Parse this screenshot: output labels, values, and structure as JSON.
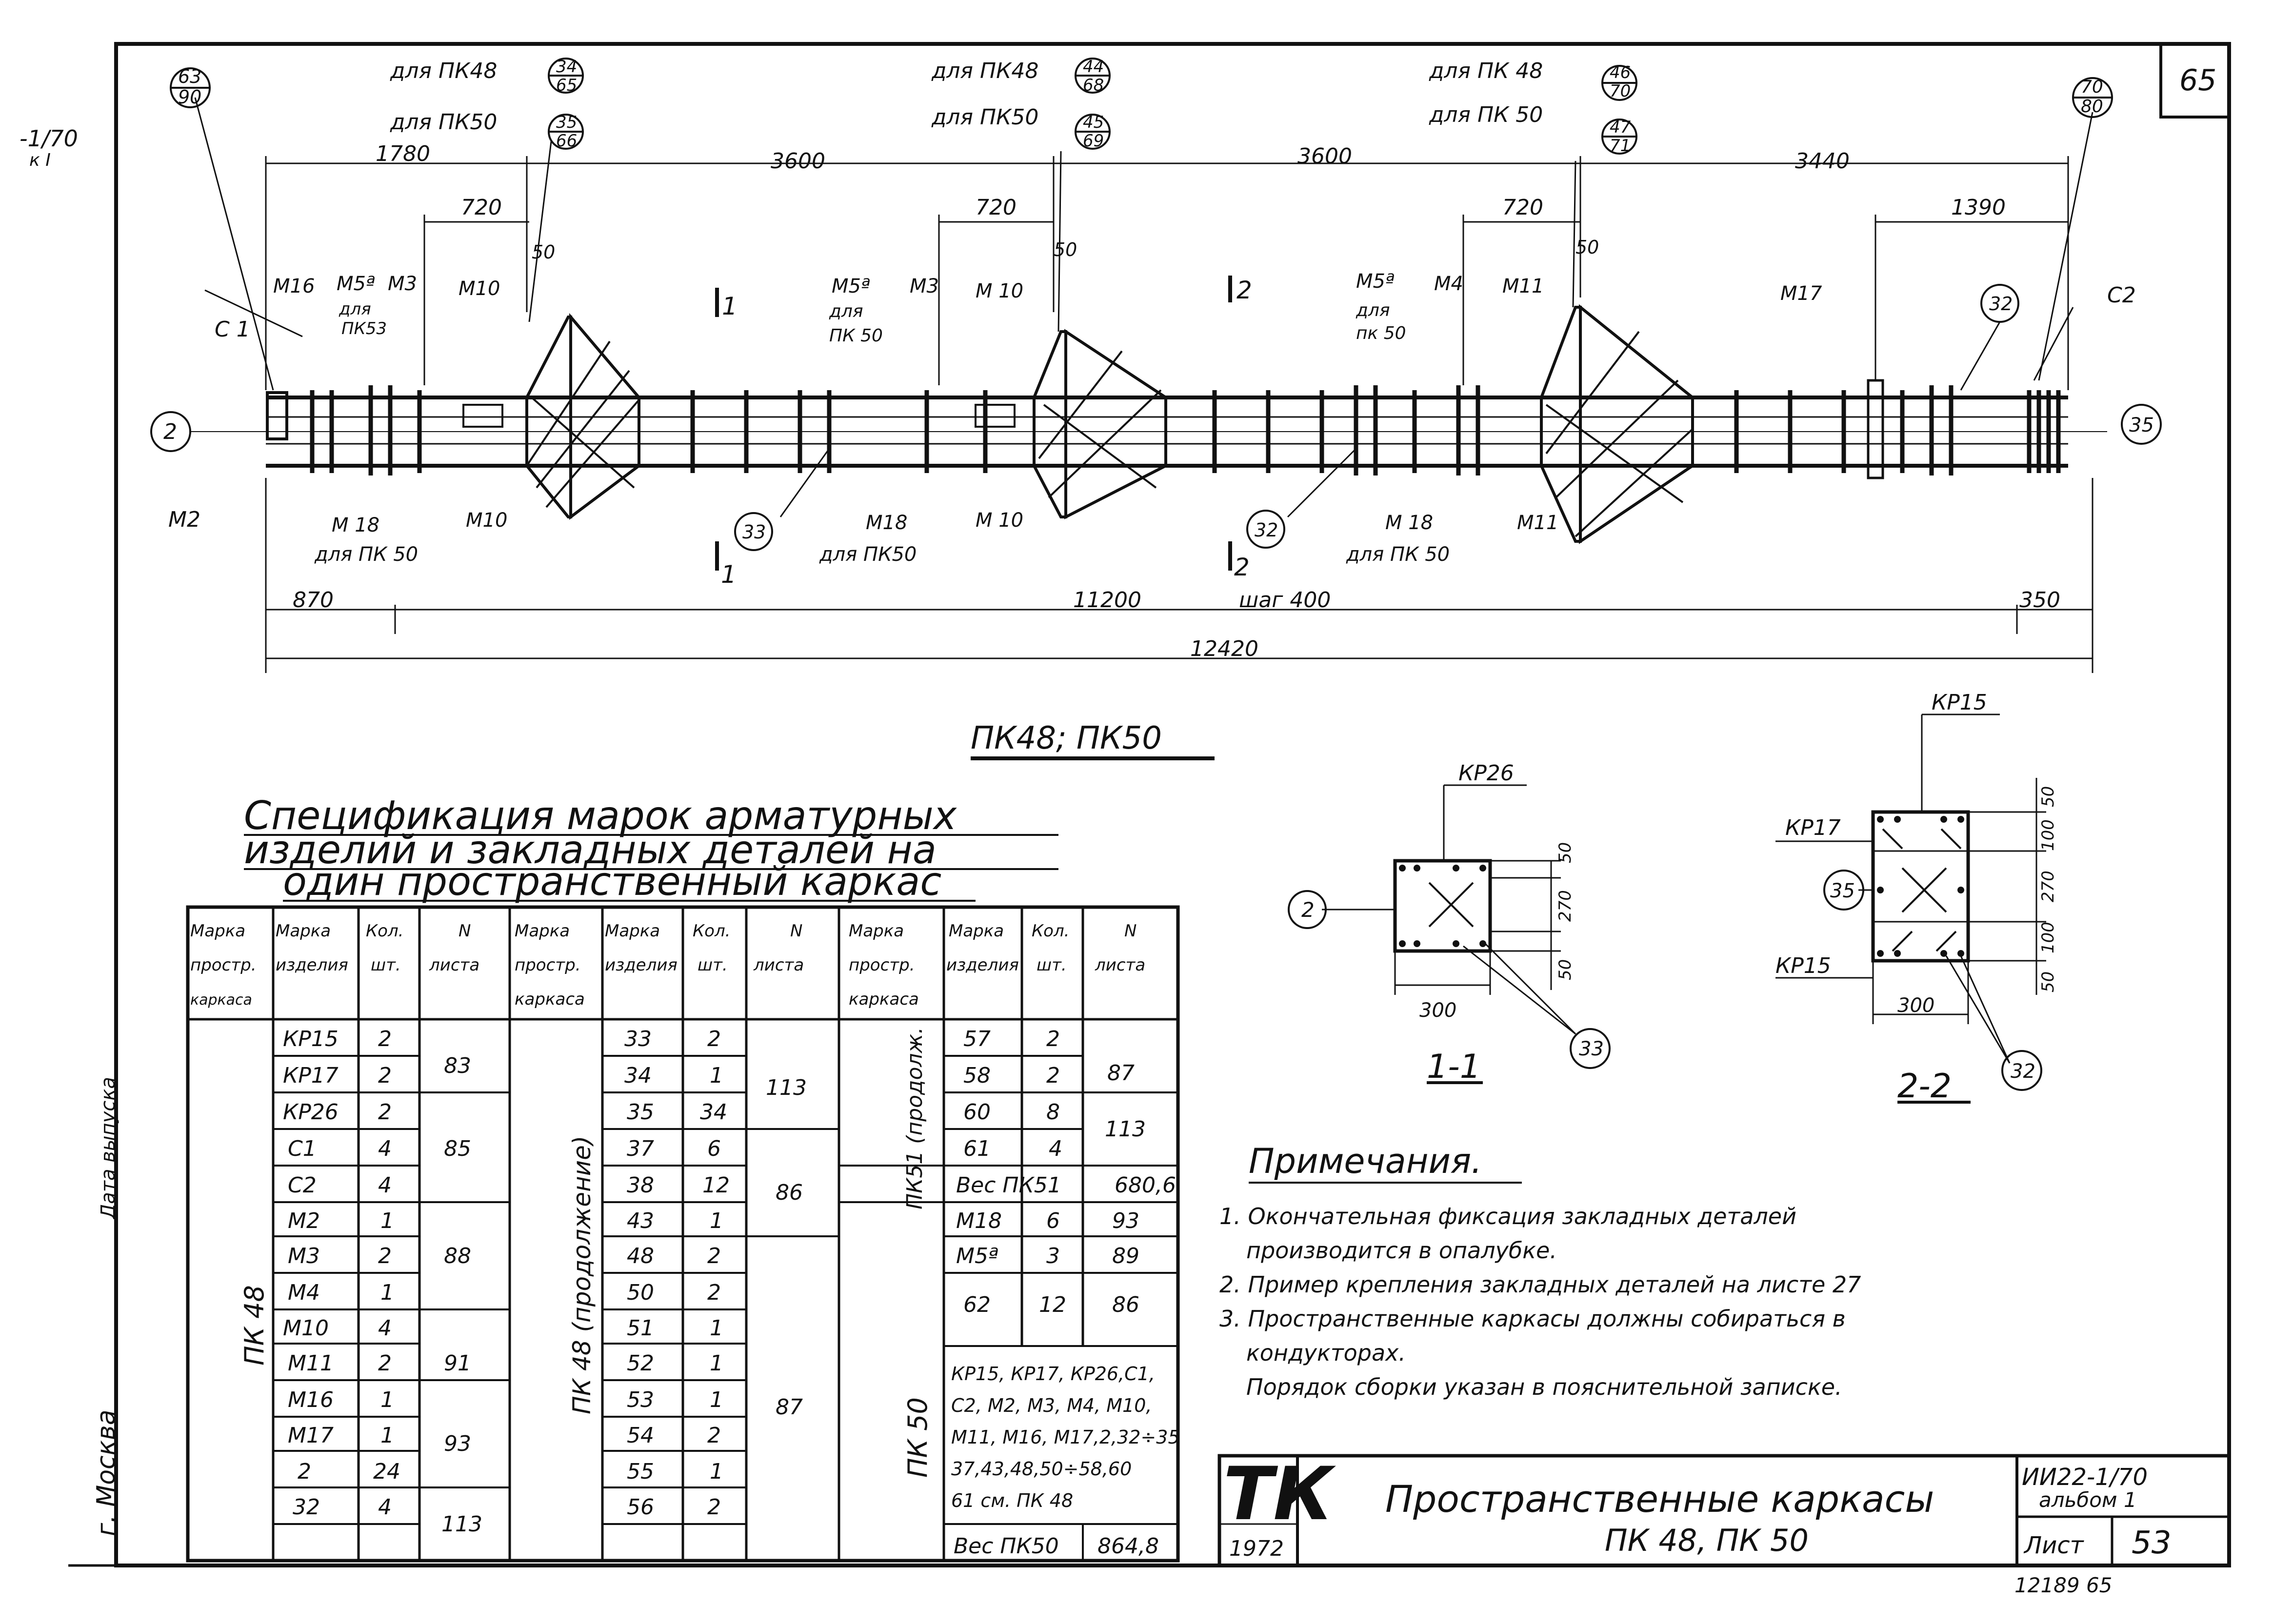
{
  "sheet_corner_number": "65",
  "left_margin": {
    "ref": "-1/70",
    "ref2": "к I",
    "city": "г. Москва",
    "date_label": "Дата выпуска"
  },
  "elevation": {
    "callout_top_left": {
      "num": "63",
      "den": "90"
    },
    "callout_top_right": {
      "num": "70",
      "den": "80"
    },
    "pk48_a": {
      "label": "для ПК48",
      "num": "34",
      "den": "65"
    },
    "pk50_a": {
      "label": "для ПК50",
      "num": "35",
      "den": "66"
    },
    "pk48_b": {
      "label": "для ПК48",
      "num": "44",
      "den": "68"
    },
    "pk50_b": {
      "label": "для ПК50",
      "num": "45",
      "den": "69"
    },
    "pk48_c": {
      "label": "для ПК 48",
      "num": "46",
      "den": "70"
    },
    "pk50_c": {
      "label": "для ПК 50",
      "num": "47",
      "den": "71"
    },
    "dims_top": [
      "1780",
      "3600",
      "3600",
      "3440"
    ],
    "dims_720": [
      "720",
      "720",
      "720"
    ],
    "dim_1390": "1390",
    "dims_50": [
      "50",
      "50",
      "50"
    ],
    "marks_top": {
      "m16": "М16",
      "m5a": "М5ª",
      "m3": "М3",
      "dlya_pk53": "для",
      "pk53": "ПК53",
      "m10_1": "М10",
      "m5a_2": "М5ª",
      "m3_2": "М3",
      "dlya_2": "для",
      "pk50_2": "ПК 50",
      "m10_2": "М 10",
      "m5a_3": "М5ª",
      "m4": "М4",
      "dlya_3": "для",
      "pk50_3": "пк 50",
      "m11": "М11",
      "m17": "М17",
      "c1": "С 1",
      "c2": "С2",
      "num32": "32"
    },
    "section_1_top": "1",
    "section_2_top": "2",
    "section_1_bot": "1",
    "section_2_bot": "2",
    "end_left": "2",
    "end_right": "35",
    "marks_bottom": {
      "m2": "М2",
      "m18_1": "М 18",
      "dlya_pk50_1": "для ПК 50",
      "m10_1": "М10",
      "c33": "33",
      "m18_2": "М18",
      "dlya_pk50_2": "для ПК50",
      "m10_2": "М 10",
      "c32": "32",
      "m18_3": "М 18",
      "dlya_pk50_3": "для ПК 50",
      "m11": "М11"
    },
    "dim_870": "870",
    "dim_11200": "11200",
    "step": "шаг 400",
    "dim_350": "350",
    "dim_total": "12420",
    "caption": "ПК48; ПК50"
  },
  "spec_title": {
    "line1": "Спецификация марок арматурных",
    "line2": "изделий и закладных деталей на",
    "line3": "один пространственный каркас"
  },
  "spec_headers": {
    "marka_prostr": [
      "Марка",
      "простр.",
      "каркаса"
    ],
    "marka_izd": [
      "Марка",
      "изделия"
    ],
    "kol": [
      "Кол.",
      "шт."
    ],
    "n_lista": [
      "N",
      "листа"
    ]
  },
  "spec_col1": {
    "group": "ПК 48",
    "rows": [
      [
        "КР15",
        "2"
      ],
      [
        "КР17",
        "2"
      ],
      [
        "КР26",
        "2"
      ],
      [
        "С1",
        "4"
      ],
      [
        "С2",
        "4"
      ],
      [
        "М2",
        "1"
      ],
      [
        "М3",
        "2"
      ],
      [
        "М4",
        "1"
      ],
      [
        "М10",
        "4"
      ],
      [
        "М11",
        "2"
      ],
      [
        "М16",
        "1"
      ],
      [
        "М17",
        "1"
      ],
      [
        "2",
        "24"
      ],
      [
        "32",
        "4"
      ]
    ],
    "sheets": [
      "83",
      "85",
      "88",
      "91",
      "93",
      "113"
    ]
  },
  "spec_col2": {
    "group": "ПК 48 (продолжение)",
    "rows": [
      [
        "33",
        "2"
      ],
      [
        "34",
        "1"
      ],
      [
        "35",
        "34"
      ],
      [
        "37",
        "6"
      ],
      [
        "38",
        "12"
      ],
      [
        "43",
        "1"
      ],
      [
        "48",
        "2"
      ],
      [
        "50",
        "2"
      ],
      [
        "51",
        "1"
      ],
      [
        "52",
        "1"
      ],
      [
        "53",
        "1"
      ],
      [
        "54",
        "2"
      ],
      [
        "55",
        "1"
      ],
      [
        "56",
        "2"
      ]
    ],
    "sheets": [
      "113",
      "86",
      "87"
    ]
  },
  "spec_col3": {
    "group_a": "ПК51 (продолж.",
    "rows_a": [
      [
        "57",
        "2"
      ],
      [
        "58",
        "2"
      ],
      [
        "60",
        "8"
      ],
      [
        "61",
        "4"
      ]
    ],
    "sheets_a": [
      "87",
      "113"
    ],
    "weight_a_label": "Вес ПК51",
    "weight_a": "680,6",
    "group_b": "ПК 50",
    "rows_b": [
      [
        "М18",
        "6",
        "93"
      ],
      [
        "М5ª",
        "3",
        "89"
      ],
      [
        "62",
        "12",
        "86"
      ]
    ],
    "note_b": [
      "КР15, КР17, КР26,С1,",
      "С2, М2, М3, М4, М10,",
      "М11, М16, М17,2,32÷35",
      "37,43,48,50÷58,60",
      "61 см. ПК 48"
    ],
    "weight_b_label": "Вес ПК50",
    "weight_b": "864,8"
  },
  "section_1_1": {
    "label": "1-1",
    "kr": "КР26",
    "d50a": "50",
    "d270": "270",
    "d50b": "50",
    "d300": "300",
    "end": "2",
    "bar": "33"
  },
  "section_2_2": {
    "label": "2-2",
    "kr15_top": "КР15",
    "kr17": "КР17",
    "kr15_bot": "КР15",
    "d50a": "50",
    "d100a": "100",
    "d270": "270",
    "d100b": "100",
    "d50b": "50",
    "d300": "300",
    "end": "35",
    "bar": "32"
  },
  "notes": {
    "title": "Примечания.",
    "items": [
      "1. Окончательная фиксация закладных деталей",
      "производится в опалубке.",
      "2. Пример крепления закладных деталей на листе 27",
      "3. Пространственные каркасы должны собираться в",
      "кондукторах.",
      "Порядок сборки указан в пояснительной записке."
    ]
  },
  "title_block": {
    "logo": "ТК",
    "year": "1972",
    "title_line1": "Пространственные каркасы",
    "title_line2": "ПК 48, ПК 50",
    "series": "ИИ22-1/70",
    "album": "альбом 1",
    "sheet_label": "Лист",
    "sheet_num": "53",
    "bottom_note": "12189 65"
  }
}
